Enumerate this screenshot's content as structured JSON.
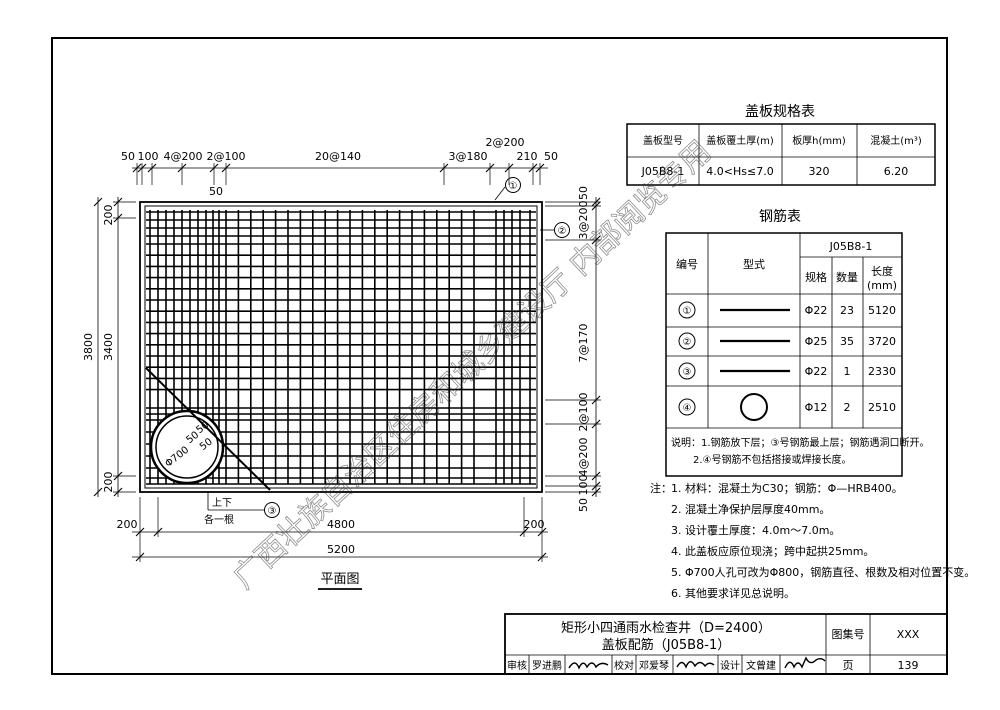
{
  "spec_table": {
    "title": "盖板规格表",
    "headers": [
      "盖板型号",
      "盖板覆土厚(m)",
      "板厚h(mm)",
      "混凝土(m³)"
    ],
    "row": [
      "J05B8-1",
      "4.0<Hs≤7.0",
      "320",
      "6.20"
    ]
  },
  "rebar_table": {
    "title": "钢筋表",
    "group_header": "J05B8-1",
    "headers": {
      "no": "编号",
      "shape": "型式",
      "spec": "规格",
      "qty": "数量",
      "len": "长度\n(mm)"
    },
    "rows": [
      {
        "no": "①",
        "shape": "line",
        "spec": "Φ22",
        "qty": "23",
        "len": "5120"
      },
      {
        "no": "②",
        "shape": "line",
        "spec": "Φ25",
        "qty": "35",
        "len": "3720"
      },
      {
        "no": "③",
        "shape": "line",
        "spec": "Φ22",
        "qty": "1",
        "len": "2330"
      },
      {
        "no": "④",
        "shape": "circle",
        "spec": "Φ12",
        "qty": "2",
        "len": "2510"
      }
    ],
    "note1": "说明：1.钢筋放下层；③号钢筋最上层；钢筋遇洞口断开。",
    "note2": "2.④号钢筋不包括搭接或焊接长度。"
  },
  "notes": {
    "label": "注：",
    "items": [
      "1. 材料：混凝土为C30；钢筋：Φ—HRB400。",
      "2. 混凝土净保护层厚度40mm。",
      "3. 设计覆土厚度：4.0m～7.0m。",
      "4. 此盖板应原位现浇；跨中起拱25mm。",
      "5. Φ700人孔可改为Φ800，钢筋直径、根数及相对位置不变。",
      "6. 其他要求详见总说明。"
    ]
  },
  "plan": {
    "caption": "平面图",
    "top_dims": [
      "50",
      "100",
      "4@200",
      "2@100",
      "20@140",
      "3@180",
      "2@200",
      "210",
      "50"
    ],
    "top_sub_dim": "50",
    "left_dims": [
      "200",
      "3400",
      "200"
    ],
    "left_total": "3800",
    "right_dims": [
      "50",
      "3@200",
      "7@170",
      "2@100",
      "4@200",
      "100",
      "50"
    ],
    "bottom_dims": [
      "200",
      "4800",
      "200"
    ],
    "bottom_total": "5200",
    "manhole_labels": [
      "Φ700",
      "50",
      "50",
      "50"
    ],
    "callout_rebar3": "上下\n各一根",
    "markers": [
      "①",
      "②",
      "③"
    ]
  },
  "title_block": {
    "title_line1": "矩形小四通雨水检查井（D=2400）",
    "title_line2": "盖板配筋（J05B8-1）",
    "atlas_label": "图集号",
    "atlas_value": "XXX",
    "page_label": "页",
    "page_value": "139",
    "review_label": "审核",
    "review_name": "罗进鹏",
    "check_label": "校对",
    "check_name": "邓爱琴",
    "design_label": "设计",
    "design_name": "文曾建"
  },
  "watermark": "广西壮族自治区住房和城乡建设厅 内部阅览专用"
}
